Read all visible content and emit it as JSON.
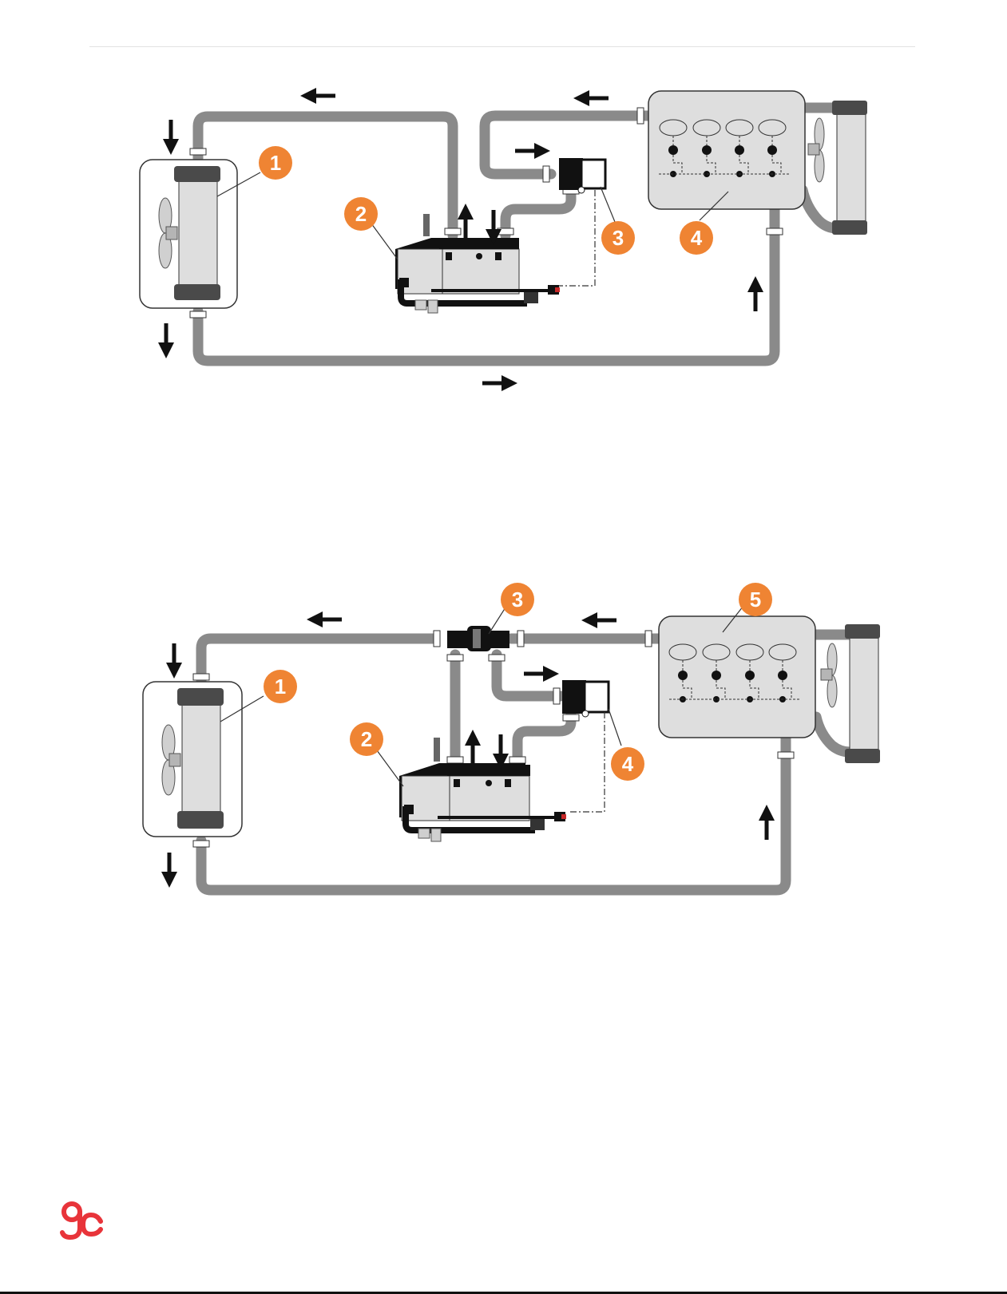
{
  "colors": {
    "hose": "#8a8a8a",
    "callout": "#ef8433",
    "unit_fill": "#dedede",
    "dark": "#111111",
    "cap": "#4a4a4a",
    "logo": "#e8343a"
  },
  "diagram_1": {
    "callouts": [
      "1",
      "2",
      "3",
      "4"
    ],
    "components": [
      "radiator-with-fan",
      "heater-unit",
      "circulation-pump",
      "engine-block",
      "engine-radiator"
    ]
  },
  "diagram_2": {
    "callouts": [
      "1",
      "2",
      "3",
      "4",
      "5"
    ],
    "components": [
      "radiator-with-fan",
      "heater-unit",
      "tee-valve",
      "circulation-pump",
      "engine-block",
      "engine-radiator"
    ]
  },
  "logo": {
    "icon": "gc-logo-icon"
  }
}
